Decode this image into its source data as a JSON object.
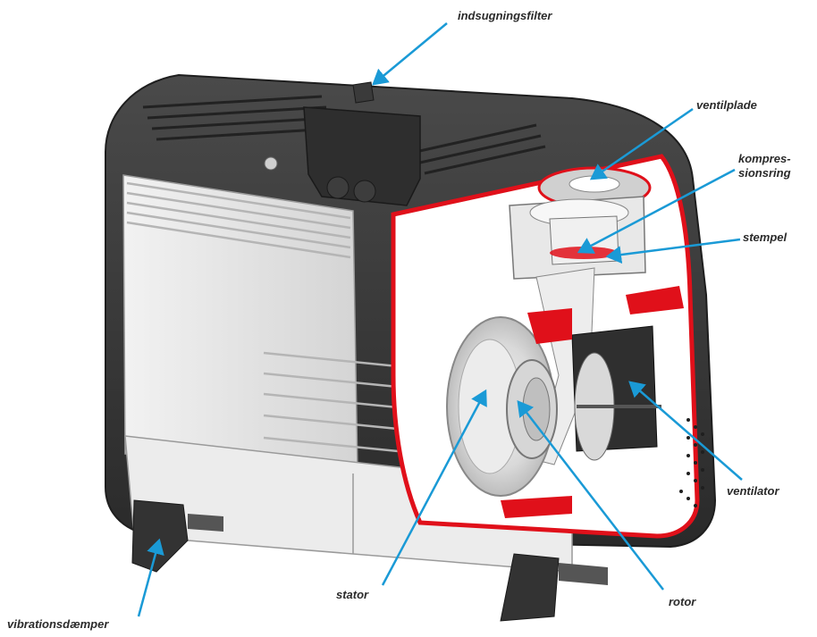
{
  "labels": {
    "intake_filter": "indsugningsfilter",
    "valve_plate": "ventilplade",
    "compression_ring_line1": "kompres-",
    "compression_ring_line2": "sionsring",
    "piston": "stempel",
    "fan": "ventilator",
    "rotor": "rotor",
    "stator": "stator",
    "vibration_damper": "vibrationsdæmper"
  },
  "colors": {
    "housing_dark": "#3a3a3a",
    "housing_light": "#e6e6e6",
    "cutaway_red": "#e0101a",
    "leader_blue": "#1a9ad6",
    "label_text": "#2b2b2b"
  }
}
